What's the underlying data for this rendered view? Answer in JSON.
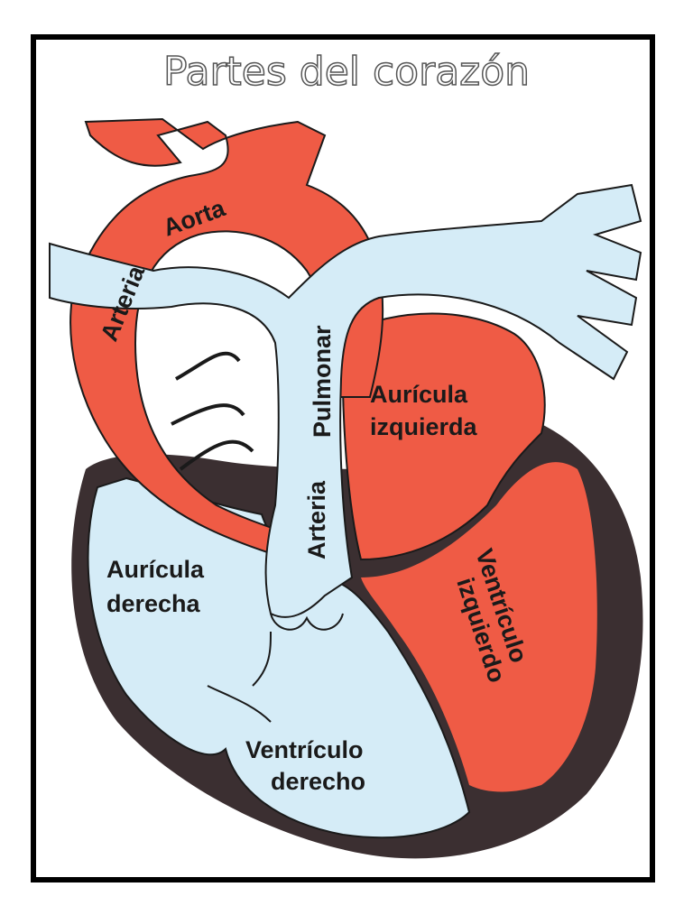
{
  "title": "Partes del corazón",
  "labels": {
    "arteria_aorta_1": "Arteria",
    "arteria_aorta_2": "Aorta",
    "arteria_pulmonar_1": "Arteria",
    "arteria_pulmonar_2": "Pulmonar",
    "auricula_izquierda_1": "Aurícula",
    "auricula_izquierda_2": "izquierda",
    "auricula_derecha_1": "Aurícula",
    "auricula_derecha_2": "derecha",
    "ventriculo_izquierdo_1": "Ventrículo",
    "ventriculo_izquierdo_2": "izquierdo",
    "ventriculo_derecho_1": "Ventrículo",
    "ventriculo_derecho_2": "derecho"
  },
  "colors": {
    "oxygenated": "#ef5b45",
    "deoxygenated": "#d5ecf7",
    "muscle": "#3b2f31",
    "outline": "#1a1a1a",
    "frame": "#000000"
  }
}
